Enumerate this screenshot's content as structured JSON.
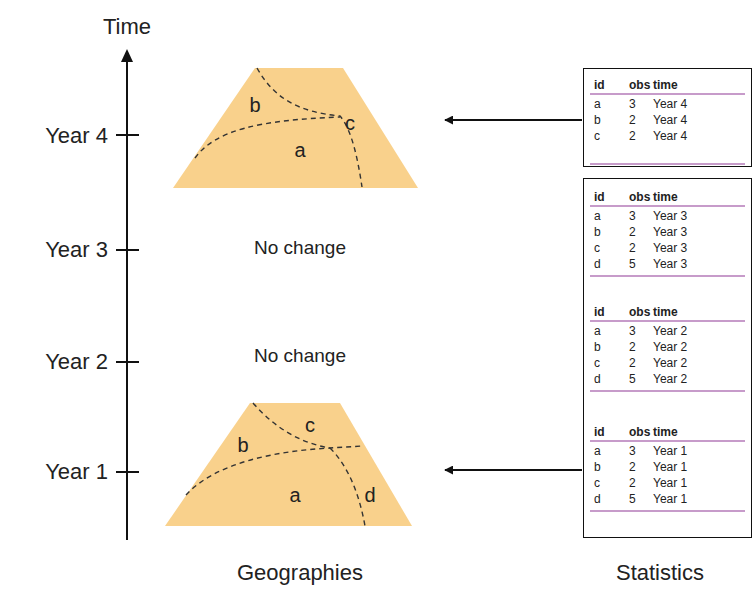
{
  "diagram": {
    "nodes": [
      {
        "text": [
          "b",
          "c",
          "a"
        ]
      },
      {
        "text": [
          "id",
          "obs",
          "time",
          "a",
          "3",
          "Year 4",
          "b",
          "2",
          "Year 4",
          "c",
          "2",
          "Year 4"
        ]
      },
      {
        "text": [
          "id",
          "obs",
          "time",
          "a",
          "3",
          "Year 3",
          "b",
          "2",
          "Year 3",
          "c",
          "2",
          "Year 3",
          "d",
          "5",
          "Year 3",
          "id",
          "obs",
          "time",
          "a",
          "3",
          "Year 2",
          "b",
          "2",
          "Year 2",
          "c",
          "2",
          "Year 2",
          "d",
          "5",
          "Year 2",
          "id",
          "obs",
          "time",
          "a",
          "3",
          "Year 1",
          "b",
          "2",
          "Year 1",
          "c",
          "2",
          "Year 1",
          "d",
          "5",
          "Year 1"
        ]
      },
      {
        "text": [
          "c",
          "b",
          "a",
          "d"
        ]
      }
    ],
    "edges": [
      {
        "from": 1,
        "to": 0,
        "arrow": "to"
      },
      {
        "from": 2,
        "to": 3,
        "arrow": "to"
      }
    ],
    "labels": [
      "Time",
      "Year 4",
      "Year 3",
      "Year 2",
      "Year 1",
      "No change",
      "No change",
      "Geographies",
      "Statistics"
    ]
  }
}
